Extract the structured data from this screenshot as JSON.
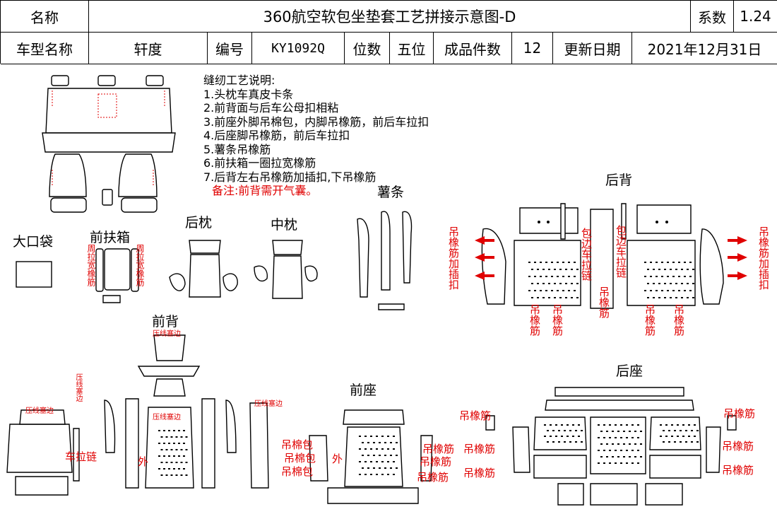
{
  "header": {
    "name_label": "名称",
    "title": "360航空软包坐垫套工艺拼接示意图-D",
    "coef_label": "系数",
    "coef_value": "1.24",
    "model_label": "车型名称",
    "model_value": "轩度",
    "code_label": "编号",
    "code_value": "KY1092Q",
    "seats_label": "位数",
    "seats_value": "五位",
    "pieces_label": "成品件数",
    "pieces_value": "12",
    "date_label": "更新日期",
    "date_value": "2021年12月31日"
  },
  "notes": {
    "heading": "缝纫工艺说明:",
    "items": [
      "1.头枕车真皮卡条",
      "2.前背面与后车公母扣相粘",
      "3.前座外脚吊棉包，内脚吊橡筋，前后车拉扣",
      "4.后座脚吊橡筋，前后车拉扣",
      "5.薯条吊橡筋",
      "6.前扶箱一圈拉宽橡筋",
      "7.后背左右吊橡筋加插扣,下吊橡筋"
    ],
    "remark": "备注:前背需开气囊。"
  },
  "sections": {
    "big_pocket": "大口袋",
    "front_armrest": "前扶箱",
    "rear_pillow": "后枕",
    "mid_pillow": "中枕",
    "fries": "薯条",
    "rear_back": "后背",
    "front_back": "前背",
    "front_seat": "前座",
    "rear_seat": "后座"
  },
  "annotations": {
    "armrest_left": "周拉宽橡筋",
    "armrest_right": "周拉宽橡筋",
    "hang_elastic_buckle": "吊橡筋加插扣",
    "piping_zipper": "包边车拉链",
    "hang_elastic": "吊橡筋",
    "press_edge": "压线塞边",
    "rear_zipper": "车拉链",
    "outer": "外",
    "hang_cotton": "吊棉包"
  },
  "colors": {
    "accent_red": "#e00000",
    "line": "#000000"
  }
}
